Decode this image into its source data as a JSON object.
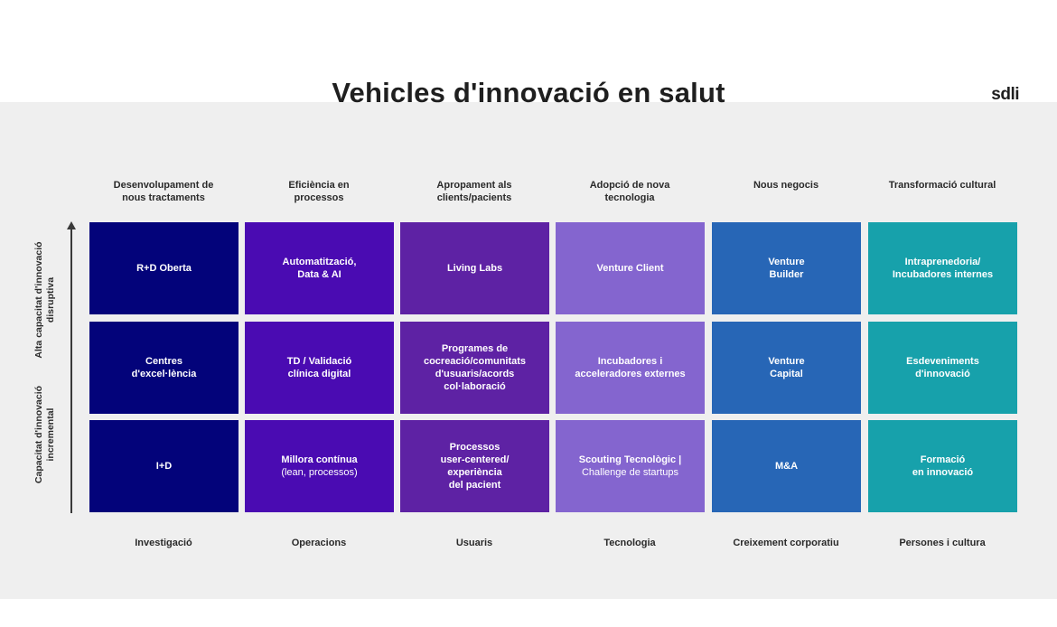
{
  "title": "Vehicles d'innovació en salut",
  "logo": "sdli",
  "y_axis": {
    "top": "Alta capacitat d'innovació disruptiva",
    "bottom": "Capacitat d'innovació incremental"
  },
  "columns": [
    {
      "header": "Desenvolupament de nous tractaments",
      "footer": "Investigació",
      "color": "#03037a"
    },
    {
      "header": "Eficiència en processos",
      "footer": "Operacions",
      "color": "#4a0bb2"
    },
    {
      "header": "Apropament als clients/pacients",
      "footer": "Usuaris",
      "color": "#5e22a4"
    },
    {
      "header": "Adopció de nova tecnologia",
      "footer": "Tecnologia",
      "color": "#8465cf"
    },
    {
      "header": "Nous negocis",
      "footer": "Creixement corporatiu",
      "color": "#2766b6"
    },
    {
      "header": "Transformació cultural",
      "footer": "Persones i cultura",
      "color": "#17a1ab"
    }
  ],
  "rows": [
    {
      "cells": [
        {
          "lines": [
            "R+D Oberta"
          ]
        },
        {
          "lines": [
            "Automatització,",
            "Data & AI"
          ]
        },
        {
          "lines": [
            "Living Labs"
          ]
        },
        {
          "lines": [
            "Venture Client"
          ]
        },
        {
          "lines": [
            "Venture",
            "Builder"
          ]
        },
        {
          "lines": [
            "Intraprenedoria/",
            "Incubadores internes"
          ]
        }
      ]
    },
    {
      "cells": [
        {
          "lines": [
            "Centres",
            "d'excel·lència"
          ]
        },
        {
          "lines": [
            "TD / Validació",
            "clínica digital"
          ]
        },
        {
          "lines": [
            "Programes de",
            "cocreació/comunitats",
            "d'usuaris/acords",
            "col·laboració"
          ]
        },
        {
          "lines": [
            "Incubadores i",
            "acceleradores externes"
          ]
        },
        {
          "lines": [
            "Venture",
            "Capital"
          ]
        },
        {
          "lines": [
            "Esdeveniments",
            "d'innovació"
          ]
        }
      ]
    },
    {
      "cells": [
        {
          "lines": [
            "I+D"
          ]
        },
        {
          "lines": [
            "Millora contínua"
          ],
          "sub": "(lean, processos)"
        },
        {
          "lines": [
            "Processos",
            "user-centered/",
            "experiència",
            "del pacient"
          ]
        },
        {
          "lines": [
            "Scouting Tecnològic |"
          ],
          "sub": "Challenge de startups"
        },
        {
          "lines": [
            "M&A"
          ]
        },
        {
          "lines": [
            "Formació",
            "en innovació"
          ]
        }
      ]
    }
  ]
}
